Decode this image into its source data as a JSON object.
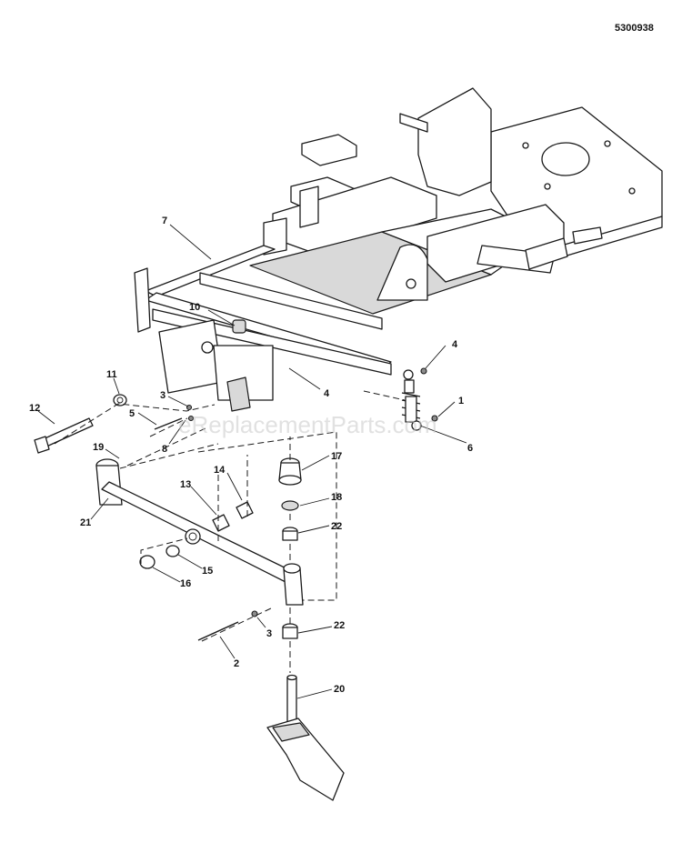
{
  "document_id": "5300938",
  "watermark": "eReplacementParts.com",
  "callouts": [
    {
      "id": "c7",
      "text": "7"
    },
    {
      "id": "c10",
      "text": "10"
    },
    {
      "id": "c4a",
      "text": "4"
    },
    {
      "id": "c4b",
      "text": "4"
    },
    {
      "id": "c1",
      "text": "1"
    },
    {
      "id": "c6",
      "text": "6"
    },
    {
      "id": "c11",
      "text": "11"
    },
    {
      "id": "c3a",
      "text": "3"
    },
    {
      "id": "c5",
      "text": "5"
    },
    {
      "id": "c8",
      "text": "8"
    },
    {
      "id": "c12",
      "text": "12"
    },
    {
      "id": "c19",
      "text": "19"
    },
    {
      "id": "c17",
      "text": "17"
    },
    {
      "id": "c14",
      "text": "14"
    },
    {
      "id": "c13",
      "text": "13"
    },
    {
      "id": "c18",
      "text": "18"
    },
    {
      "id": "c21",
      "text": "21"
    },
    {
      "id": "c22a",
      "text": "22"
    },
    {
      "id": "c15",
      "text": "15"
    },
    {
      "id": "c16",
      "text": "16"
    },
    {
      "id": "c3b",
      "text": "3"
    },
    {
      "id": "c22b",
      "text": "22"
    },
    {
      "id": "c2",
      "text": "2"
    },
    {
      "id": "c20",
      "text": "20"
    }
  ]
}
